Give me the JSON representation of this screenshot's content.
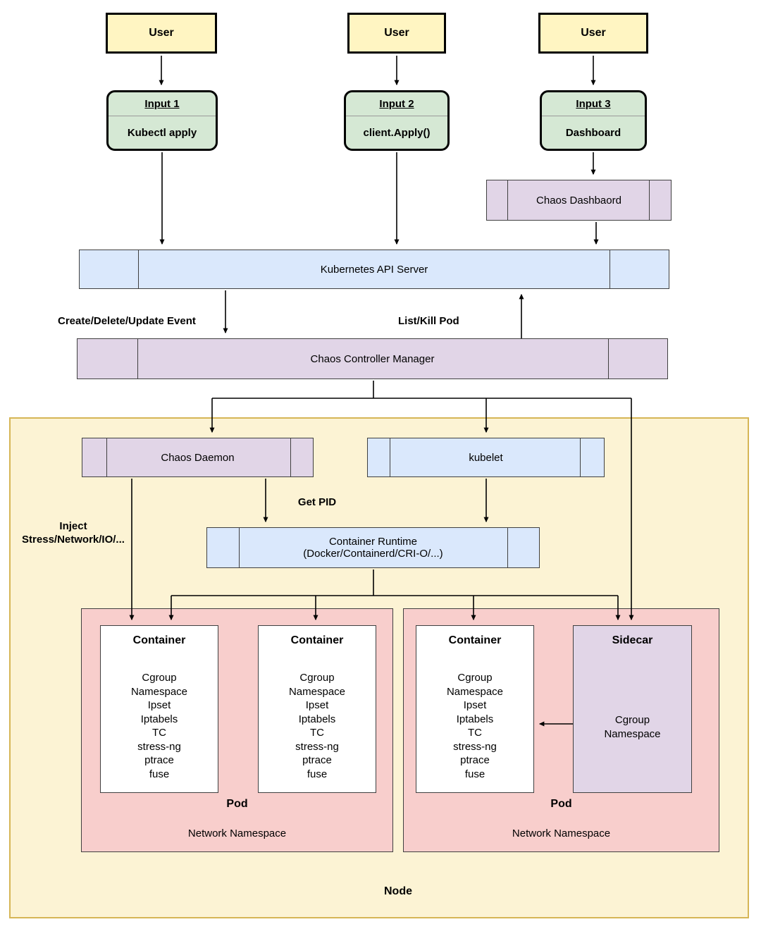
{
  "users": [
    {
      "label": "User"
    },
    {
      "label": "User"
    },
    {
      "label": "User"
    }
  ],
  "inputs": [
    {
      "title": "Input 1",
      "method": "Kubectl apply"
    },
    {
      "title": "Input 2",
      "method": "client.Apply()"
    },
    {
      "title": "Input 3",
      "method": "Dashboard"
    }
  ],
  "chaos_dashboard": {
    "label": "Chaos Dashbaord"
  },
  "api_server": {
    "label": "Kubernetes API Server"
  },
  "controller_manager": {
    "label": "Chaos Controller Manager"
  },
  "edge_labels": {
    "create_update": "Create/Delete/Update Event",
    "list_kill": "List/Kill Pod",
    "get_pid": "Get PID",
    "inject": "Inject\nStress/Network/IO/..."
  },
  "node": {
    "label": "Node",
    "chaos_daemon": {
      "label": "Chaos Daemon"
    },
    "kubelet": {
      "label": "kubelet"
    },
    "container_runtime": {
      "label": "Container Runtime\n(Docker/Containerd/CRI-O/...)"
    },
    "pods": [
      {
        "label": "Pod",
        "network": "Network Namespace",
        "containers": [
          {
            "title": "Container",
            "tools": "Cgroup\nNamespace\nIpset\nIptabels\nTC\nstress-ng\nptrace\nfuse"
          },
          {
            "title": "Container",
            "tools": "Cgroup\nNamespace\nIpset\nIptabels\nTC\nstress-ng\nptrace\nfuse"
          }
        ]
      },
      {
        "label": "Pod",
        "network": "Network Namespace",
        "containers": [
          {
            "title": "Container",
            "tools": "Cgroup\nNamespace\nIpset\nIptabels\nTC\nstress-ng\nptrace\nfuse"
          }
        ],
        "sidecar": {
          "title": "Sidecar",
          "tools": "Cgroup\nNamespace"
        }
      }
    ]
  },
  "colors": {
    "user_fill": "#FFF5C2",
    "input_fill": "#D5E8D4",
    "purple_fill": "#E1D5E7",
    "blue_fill": "#DAE8FC",
    "pod_fill": "#F8CECC",
    "container_fill": "#FFFFFF",
    "node_fill": "#FCF3D4",
    "node_border": "#D6B656",
    "line": "#000000"
  }
}
